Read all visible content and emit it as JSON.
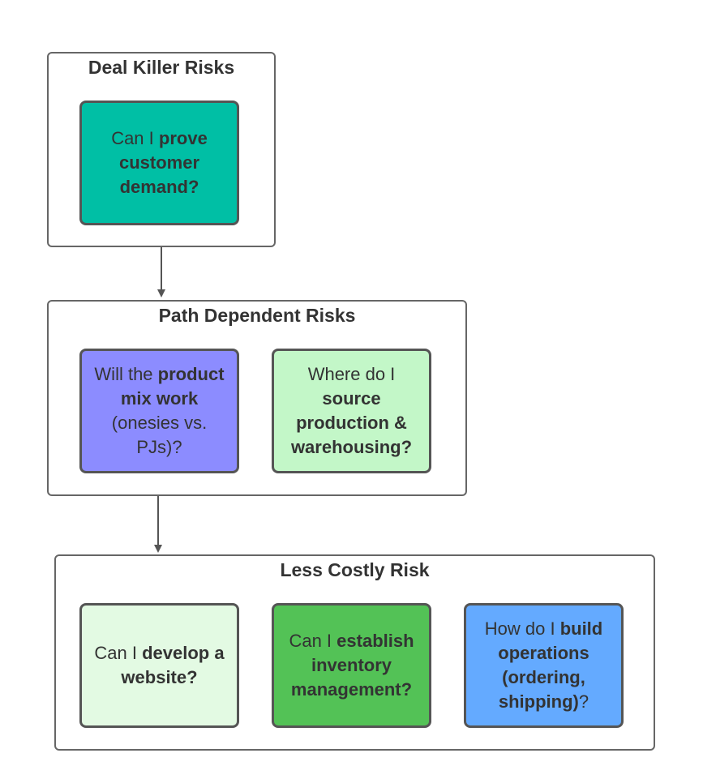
{
  "groups": [
    {
      "title": "Deal Killer Risks",
      "cards": [
        {
          "color": "#00bfa5",
          "parts": [
            {
              "text": "Can I ",
              "bold": false
            },
            {
              "text": "prove customer demand?",
              "bold": true
            }
          ]
        }
      ]
    },
    {
      "title": "Path Dependent Risks",
      "cards": [
        {
          "color": "#8c8cff",
          "parts": [
            {
              "text": "Will the ",
              "bold": false
            },
            {
              "text": "product mix work",
              "bold": true
            },
            {
              "text": " (onesies vs. PJs)?",
              "bold": false
            }
          ]
        },
        {
          "color": "#c3f7c8",
          "parts": [
            {
              "text": "Where do I ",
              "bold": false
            },
            {
              "text": "source production & warehousing?",
              "bold": true
            }
          ]
        }
      ]
    },
    {
      "title": "Less Costly Risk",
      "cards": [
        {
          "color": "#e3fae3",
          "parts": [
            {
              "text": "Can I ",
              "bold": false
            },
            {
              "text": "develop a website?",
              "bold": true
            }
          ]
        },
        {
          "color": "#53c256",
          "parts": [
            {
              "text": "Can I ",
              "bold": false
            },
            {
              "text": "establish inventory management?",
              "bold": true
            }
          ]
        },
        {
          "color": "#64aaff",
          "parts": [
            {
              "text": "How do I ",
              "bold": false
            },
            {
              "text": "build operations (ordering, shipping)",
              "bold": true
            },
            {
              "text": "?",
              "bold": false
            }
          ]
        }
      ]
    }
  ],
  "colors": {
    "border": "#666666",
    "arrow": "#555555",
    "text": "#333333"
  }
}
